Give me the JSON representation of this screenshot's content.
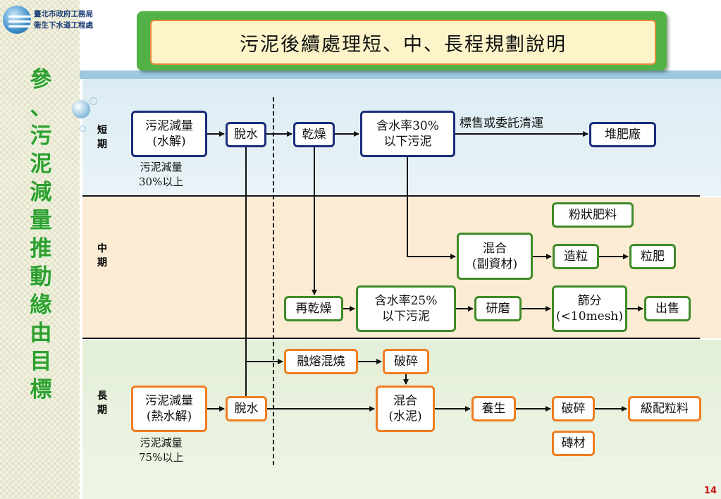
{
  "org": {
    "line1": "臺北市政府工務局",
    "line2": "衛生下水道工程處"
  },
  "side_title": [
    "參",
    "、",
    "污",
    "泥",
    "減",
    "量",
    "推",
    "動",
    "緣",
    "由",
    "目",
    "標"
  ],
  "title": "污泥後續處理短、中、長程規劃說明",
  "periods": {
    "short": [
      "短",
      "期"
    ],
    "mid": [
      "中",
      "期"
    ],
    "long": [
      "長",
      "期"
    ]
  },
  "nodes": {
    "short_reduce": [
      "污泥減量",
      "(水解)"
    ],
    "short_dewater": "脫水",
    "dry": "乾燥",
    "moisture30": [
      "含水率30%",
      "以下污泥"
    ],
    "compost_plant": "堆肥廠",
    "powder_fertilizer": "粉狀肥料",
    "mix_aux": [
      "混合",
      "(副資材)"
    ],
    "granulate": "造粒",
    "granular_fertilizer": "粒肥",
    "redry": "再乾燥",
    "moisture25": [
      "含水率25%",
      "以下污泥"
    ],
    "grind": "研磨",
    "sieve": [
      "篩分",
      "(<10mesh)"
    ],
    "sell": "出售",
    "melt": "融熔混燒",
    "crush1": "破碎",
    "long_reduce": [
      "污泥減量",
      "(熱水解)"
    ],
    "long_dewater": "脫水",
    "mix_cement": [
      "混合",
      "(水泥)"
    ],
    "cure": "養生",
    "crush2": "破碎",
    "aggregate": "級配粒料",
    "brick": "磚材"
  },
  "notes": {
    "short_note": [
      "污泥減量",
      "30%以上"
    ],
    "long_note": [
      "污泥減量",
      "75%以上"
    ],
    "edge_label": "標售或委託清運"
  },
  "page_number": "14",
  "colors": {
    "short_border": "#1a2d7a",
    "mid_border": "#3f8b28",
    "long_border": "#f07d22",
    "title_frame": "#52b245",
    "side_title": "#2f9e2f"
  }
}
